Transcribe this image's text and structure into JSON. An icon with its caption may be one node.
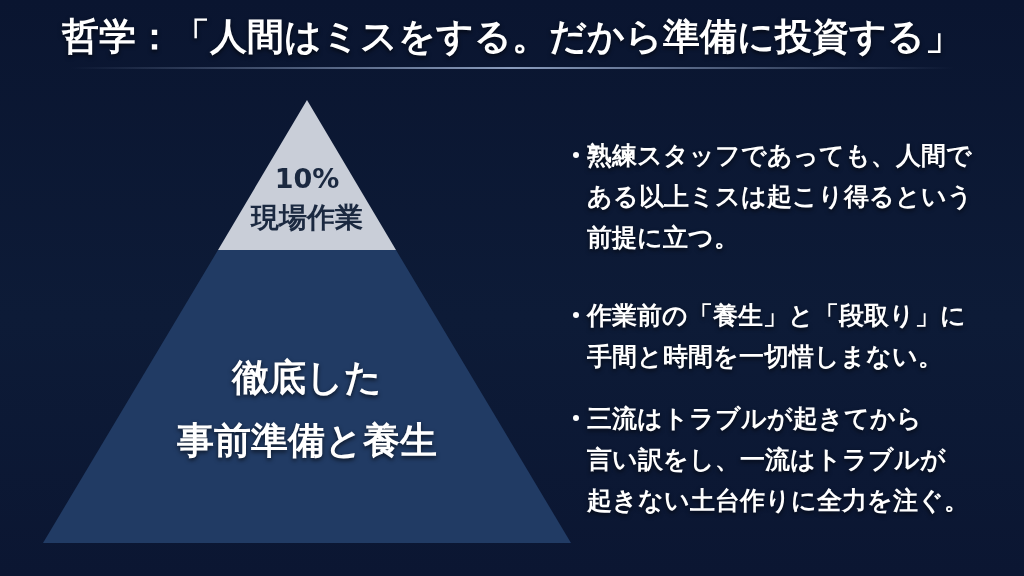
{
  "diagram": {
    "title": "哲学：「人間はミスをする。だから準備に投資する」",
    "nodes": [
      {
        "text": [
          "10%",
          "現場作業"
        ]
      },
      {
        "text": [
          "徹底した事前準備と養生"
        ]
      }
    ],
    "labels": [
      "熟練スタッフであっても、人間である以上ミスは起こり得るという前提に立つ。",
      "作業前の「養生」と「段取り」に手間と時間を一切惜しまない。",
      "三流はトラブルが起きてから言い訳をし、一流はトラブルが起きない土台作りに全力を注ぐ。"
    ]
  }
}
